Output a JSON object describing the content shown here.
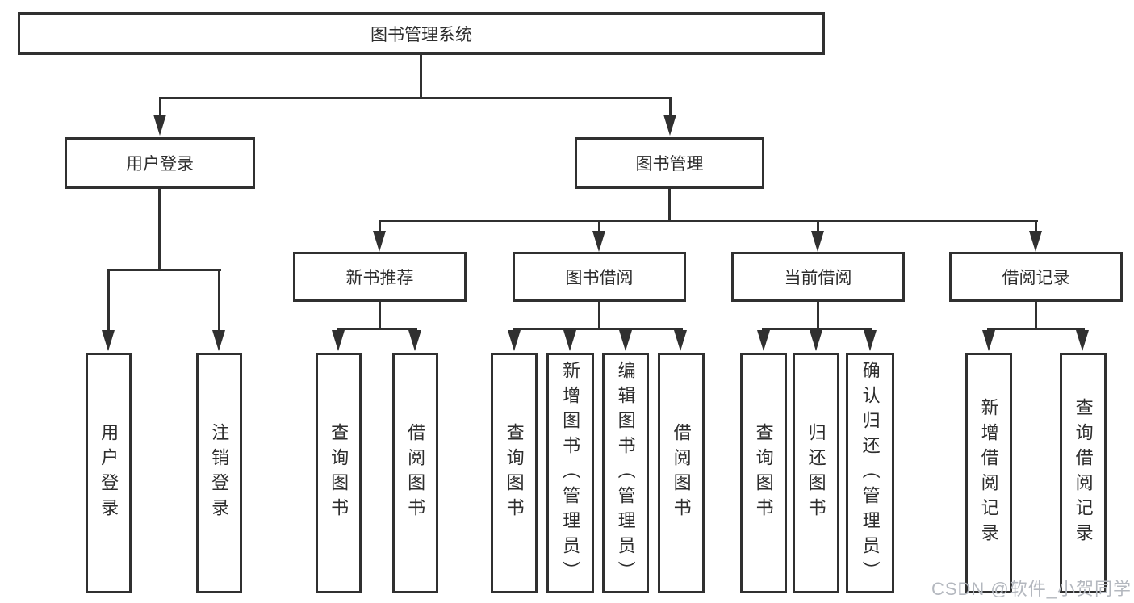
{
  "diagram": {
    "root": "图书管理系统",
    "level2": {
      "user_login": "用户登录",
      "book_mgmt": "图书管理"
    },
    "level3": {
      "new_books": "新书推荐",
      "borrowing": "图书借阅",
      "current": "当前借阅",
      "records": "借阅记录"
    },
    "leaves": {
      "user_login_login": "用户登录",
      "user_login_logout": "注销登录",
      "new_books_query": "查询图书",
      "new_books_borrow": "借阅图书",
      "borrowing_query": "查询图书",
      "borrowing_add": "新增图书（管理员）",
      "borrowing_edit": "编辑图书（管理员）",
      "borrowing_borrow": "借阅图书",
      "current_query": "查询图书",
      "current_return": "归还图书",
      "current_confirm": "确认归还（管理员）",
      "records_add": "新增借阅记录",
      "records_query": "查询借阅记录"
    },
    "watermark": "CSDN @软件_小贺同学",
    "colors": {
      "line": "#303030",
      "text": "#2d2d2d",
      "background": "#ffffff",
      "watermark": "#b4b8bf"
    }
  }
}
